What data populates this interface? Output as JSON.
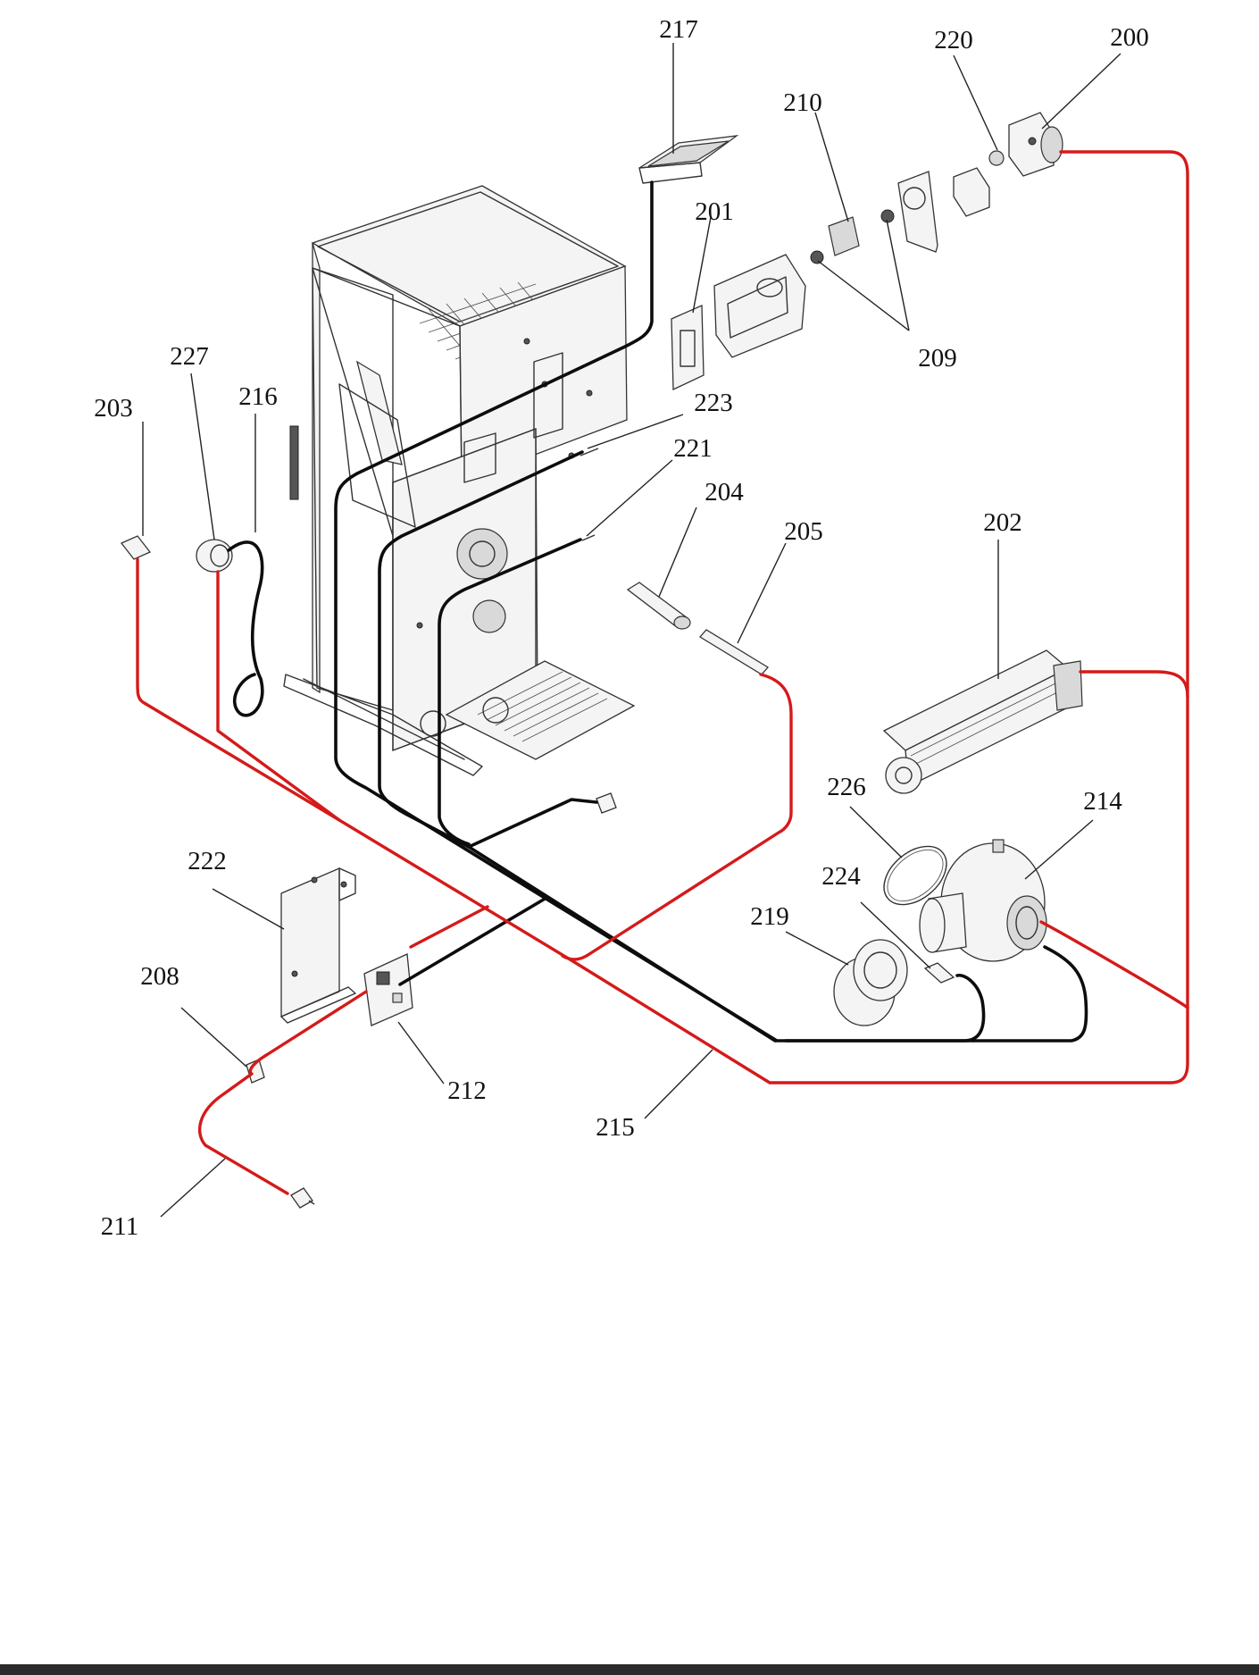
{
  "diagram": {
    "callouts": {
      "c200": "200",
      "c201": "201",
      "c202": "202",
      "c203": "203",
      "c204": "204",
      "c205": "205",
      "c208": "208",
      "c209": "209",
      "c210": "210",
      "c211": "211",
      "c212": "212",
      "c214": "214",
      "c215": "215",
      "c216": "216",
      "c217": "217",
      "c219": "219",
      "c220": "220",
      "c221": "221",
      "c222": "222",
      "c223": "223",
      "c224": "224",
      "c226": "226",
      "c227": "227"
    },
    "colors": {
      "black_wire": "#0d0d0d",
      "red_wire": "#d51a1a",
      "line_art": "#333333"
    }
  }
}
